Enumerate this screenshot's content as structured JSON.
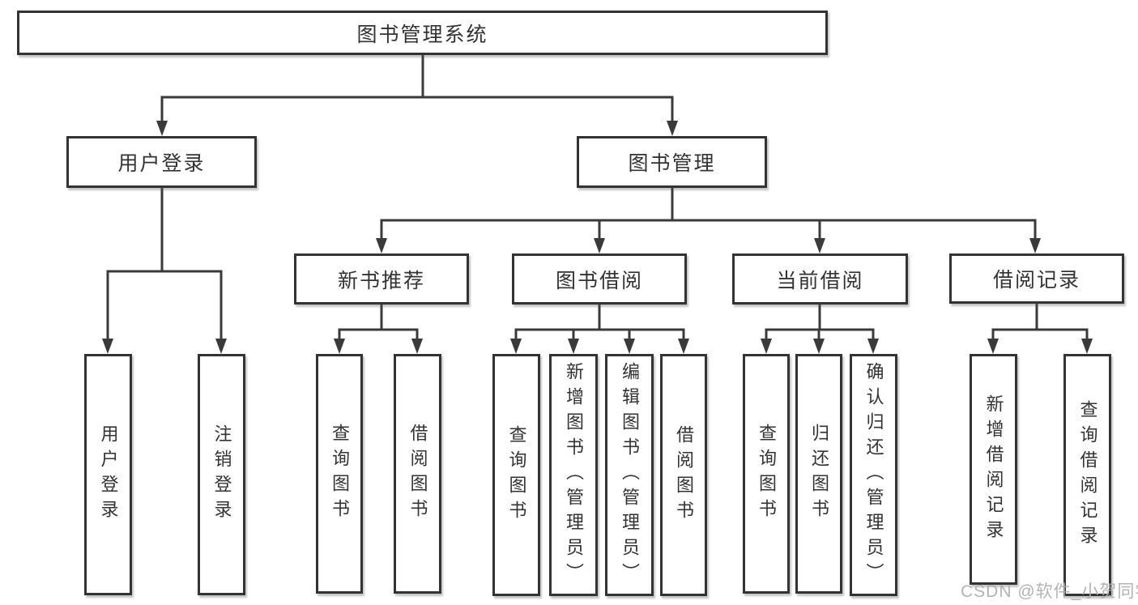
{
  "diagram": {
    "root": {
      "label": "图书管理系统"
    },
    "level2": [
      {
        "label": "用户登录"
      },
      {
        "label": "图书管理"
      }
    ],
    "level3": [
      {
        "label": "新书推荐",
        "parent": "图书管理"
      },
      {
        "label": "图书借阅",
        "parent": "图书管理"
      },
      {
        "label": "当前借阅",
        "parent": "图书管理"
      },
      {
        "label": "借阅记录",
        "parent": "图书管理"
      }
    ],
    "leaves": [
      {
        "label": "用户登录",
        "parent": "用户登录"
      },
      {
        "label": "注销登录",
        "parent": "用户登录"
      },
      {
        "label": "查询图书",
        "parent": "新书推荐"
      },
      {
        "label": "借阅图书",
        "parent": "新书推荐"
      },
      {
        "label": "查询图书",
        "parent": "图书借阅"
      },
      {
        "label": "新增图书（管理员）",
        "parent": "图书借阅"
      },
      {
        "label": "编辑图书（管理员）",
        "parent": "图书借阅"
      },
      {
        "label": "借阅图书",
        "parent": "图书借阅"
      },
      {
        "label": "查询图书",
        "parent": "当前借阅"
      },
      {
        "label": "归还图书",
        "parent": "当前借阅"
      },
      {
        "label": "确认归还（管理员）",
        "parent": "当前借阅"
      },
      {
        "label": "新增借阅记录",
        "parent": "借阅记录"
      },
      {
        "label": "查询借阅记录",
        "parent": "借阅记录"
      }
    ],
    "colors": {
      "box_border": "#333333",
      "line": "#3a3a3a",
      "text": "#333333",
      "background": "#ffffff"
    }
  },
  "watermark": {
    "text": "CSDN @软件_小贺同学",
    "color": "#acacac"
  }
}
